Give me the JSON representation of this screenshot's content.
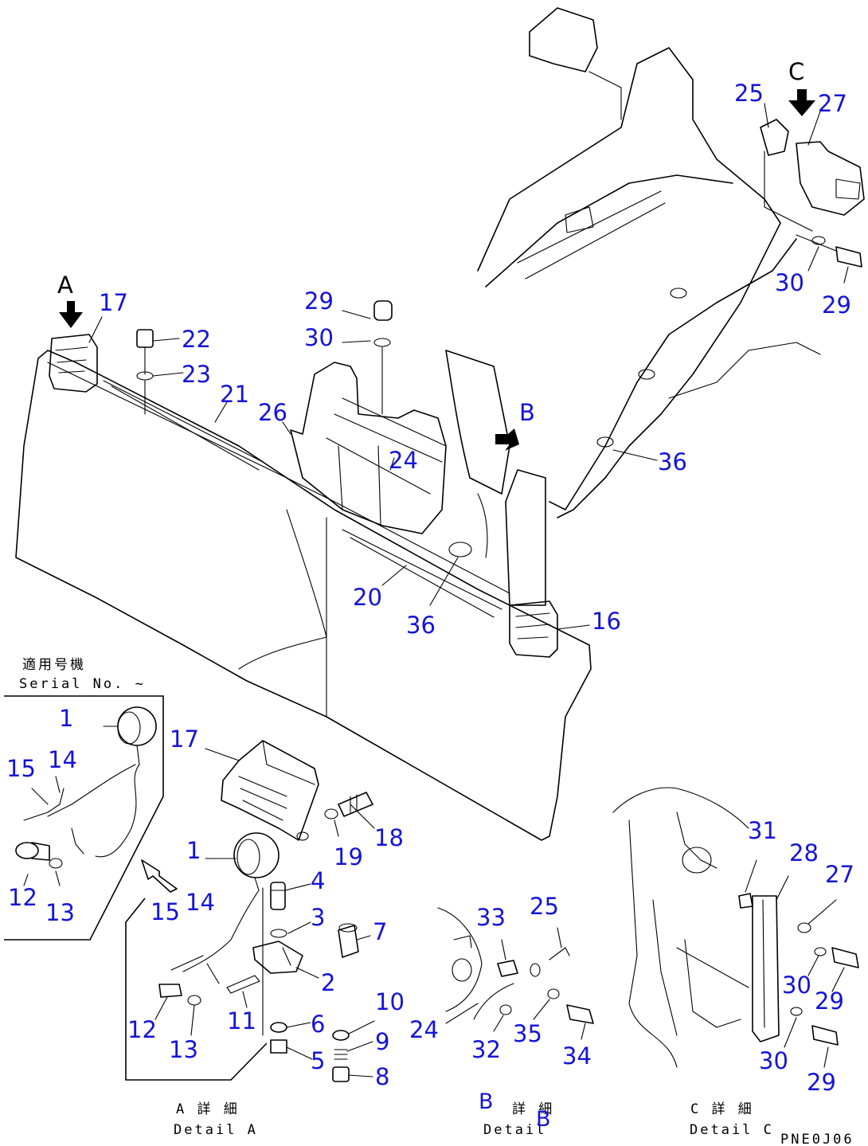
{
  "view_markers": {
    "a": "A",
    "c": "C",
    "b": "B"
  },
  "callouts": {
    "c17_top": "17",
    "c22": "22",
    "c23": "23",
    "c21": "21",
    "c26": "26",
    "c29_mid": "29",
    "c30_mid": "30",
    "c24_mid": "24",
    "c20": "20",
    "c36_low": "36",
    "c36_right": "36",
    "c16": "16",
    "c25_top": "25",
    "c27_top": "27",
    "c30_top": "30",
    "c29_top": "29",
    "c1_inset": "1",
    "c15_inset": "15",
    "c14_inset": "14",
    "c12_inset": "12",
    "c13_inset": "13",
    "c17_detail": "17",
    "c18": "18",
    "c19": "19",
    "c1_detail": "1",
    "c4": "4",
    "c3": "3",
    "c7": "7",
    "c2": "2",
    "c15_detail": "15",
    "c14_detail": "14",
    "c11": "11",
    "c10": "10",
    "c6": "6",
    "c9": "9",
    "c5": "5",
    "c8": "8",
    "c12_detail": "12",
    "c13_detail": "13",
    "c33": "33",
    "c25_b": "25",
    "c24_b": "24",
    "c32": "32",
    "c35": "35",
    "c34": "34",
    "c31": "31",
    "c28": "28",
    "c27_c": "27",
    "c30_c1": "30",
    "c29_c1": "29",
    "c30_c2": "30",
    "c29_c2": "29"
  },
  "inset": {
    "serial_label_jp": "適用号機",
    "serial_label_en": "Serial No.  ~"
  },
  "captions": {
    "detail_a_jp": "A 詳 細",
    "detail_a_en": "Detail A",
    "detail_b_letter": "B",
    "detail_b_jp": "詳 細",
    "detail_b_en": "Detail",
    "detail_b_letter2": "B",
    "detail_c_jp": "C 詳 細",
    "detail_c_en": "Detail C"
  },
  "drawing_code": "PNE0J06",
  "colors": {
    "callout": "#1414d8",
    "line": "#000000",
    "background": "#ffffff"
  }
}
